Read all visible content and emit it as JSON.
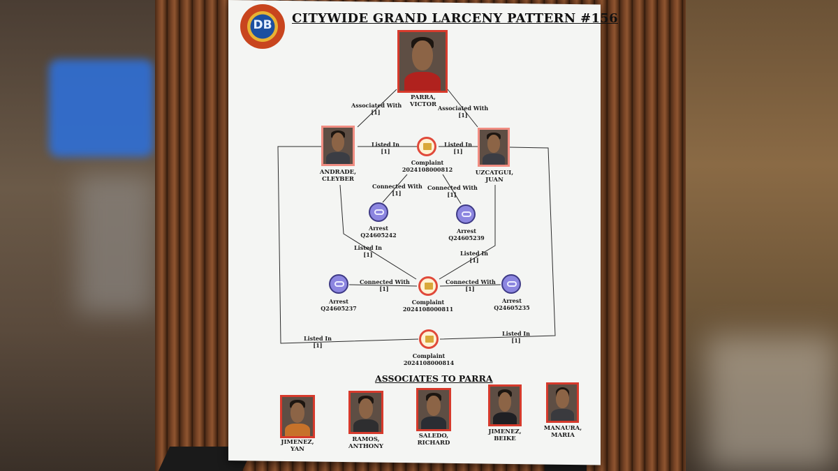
{
  "board": {
    "title": "CITYWIDE GRAND LARCENY PATTERN #156",
    "logo_text": "DB",
    "associates_heading": "ASSOCIATES TO PARRA"
  },
  "people": {
    "main": {
      "name_line1": "PARRA,",
      "name_line2": "VICTOR"
    },
    "left": {
      "name_line1": "ANDRADE,",
      "name_line2": "CLEYBER"
    },
    "right": {
      "name_line1": "UZCATGUI,",
      "name_line2": "JUAN"
    }
  },
  "nodes": {
    "complaint_top": {
      "label": "Complaint",
      "id": "2024108000812"
    },
    "complaint_mid": {
      "label": "Complaint",
      "id": "2024108000811"
    },
    "complaint_bottom": {
      "label": "Complaint",
      "id": "2024108000814"
    },
    "arrest_inner_left": {
      "label": "Arrest",
      "id": "Q24605242"
    },
    "arrest_inner_right": {
      "label": "Arrest",
      "id": "Q24605239"
    },
    "arrest_outer_left": {
      "label": "Arrest",
      "id": "Q24605237"
    },
    "arrest_outer_right": {
      "label": "Arrest",
      "id": "Q24605235"
    }
  },
  "edges": {
    "assoc_left": {
      "label": "Associated With",
      "count": "[1]"
    },
    "assoc_right": {
      "label": "Associated With",
      "count": "[1]"
    },
    "listed_left_top": {
      "label": "Listed In",
      "count": "[1]"
    },
    "listed_right_top": {
      "label": "Listed In",
      "count": "[1]"
    },
    "connected_inner_left": {
      "label": "Connected With",
      "count": "[1]"
    },
    "connected_inner_right": {
      "label": "Connected With",
      "count": "[1]"
    },
    "listed_left_mid": {
      "label": "Listed In",
      "count": "[1]"
    },
    "listed_right_mid": {
      "label": "Listed In",
      "count": "[1]"
    },
    "connected_outer_left": {
      "label": "Connected With",
      "count": "[1]"
    },
    "connected_outer_right": {
      "label": "Connected With",
      "count": "[1]"
    },
    "listed_left_bottom": {
      "label": "Listed In",
      "count": "[1]"
    },
    "listed_right_bottom": {
      "label": "Listed In",
      "count": "[1]"
    }
  },
  "associates": [
    {
      "name_line1": "JIMENEZ,",
      "name_line2": "YAN"
    },
    {
      "name_line1": "RAMOS,",
      "name_line2": "ANTHONY"
    },
    {
      "name_line1": "SALEDO,",
      "name_line2": "RICHARD"
    },
    {
      "name_line1": "JIMENEZ,",
      "name_line2": "BEIKE"
    },
    {
      "name_line1": "MANAURA,",
      "name_line2": "MARIA"
    }
  ],
  "colors": {
    "mugshot_border": "#d63a2c",
    "complaint_ring": "#e0493a",
    "arrest_fill": "#8c86e0"
  }
}
